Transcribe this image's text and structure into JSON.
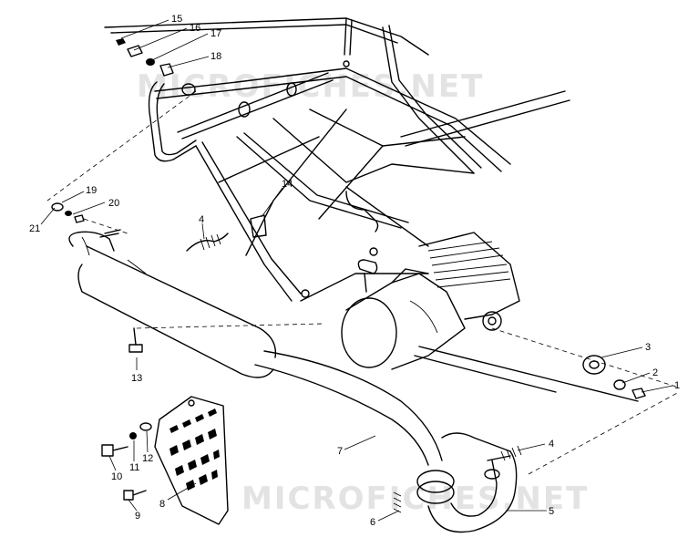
{
  "watermark": {
    "top": "MICROFICHES.NET",
    "bottom": "MICROFICHES.NET"
  },
  "callouts": [
    "15",
    "16",
    "17",
    "18",
    "19",
    "20",
    "21",
    "14",
    "4",
    "3",
    "2",
    "1",
    "13",
    "12",
    "11",
    "10",
    "9",
    "8",
    "7",
    "4",
    "6",
    "5"
  ]
}
